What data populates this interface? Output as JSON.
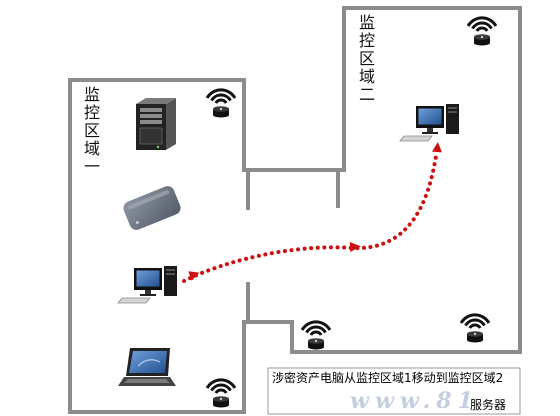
{
  "zones": {
    "zone1_label": "监控区域一",
    "zone2_label": "监控区域二"
  },
  "caption": {
    "text": "涉密资产电脑从监控区域1移动到监控区域2",
    "server_label": "服务器"
  },
  "watermark": {
    "text": "www.81"
  },
  "icons": [
    "wifi-icon",
    "server-icon",
    "hard-drive-icon",
    "desktop-computer-icon",
    "laptop-icon"
  ],
  "colors": {
    "wall": "#8c8c8c",
    "arrow": "#cc1111",
    "screen": "#3a6fb0"
  }
}
